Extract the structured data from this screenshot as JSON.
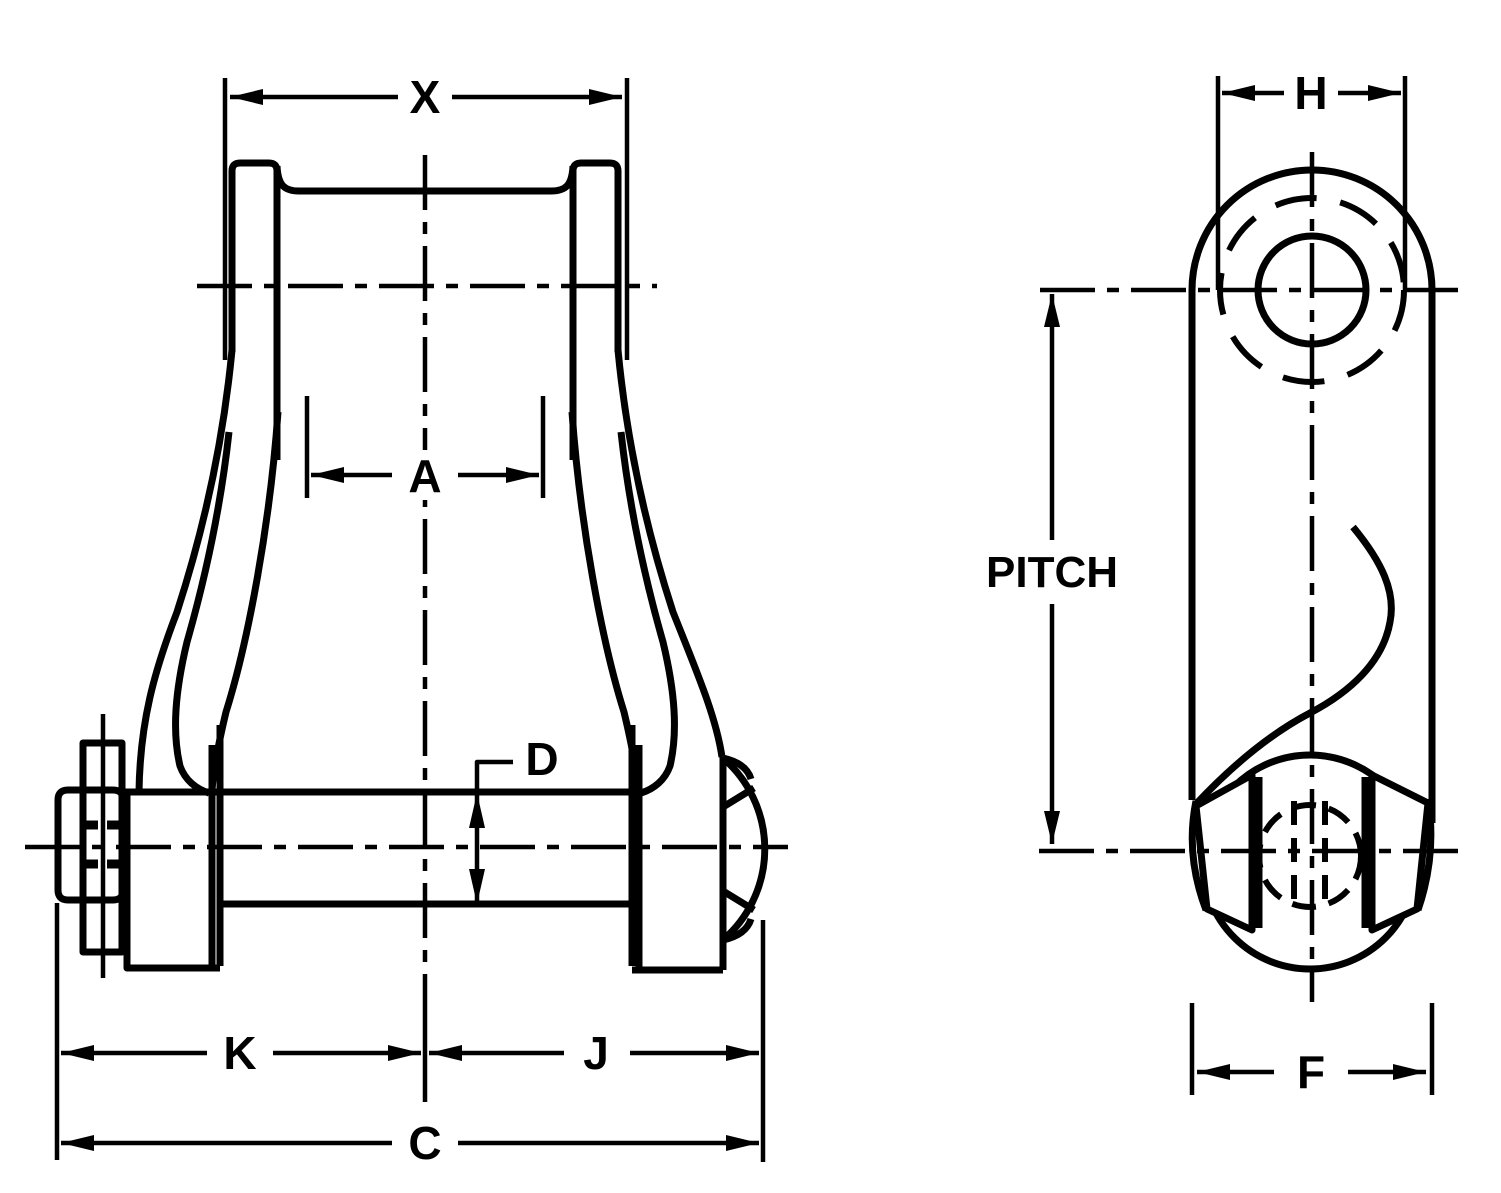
{
  "document": {
    "type": "technical-dimensional-drawing",
    "subject": "chain offset connecting link with bolt-retained pin, front view and side view"
  },
  "colors": {
    "ink": "#000000",
    "paper": "#ffffff"
  },
  "front_view": {
    "dim_labels": {
      "x": "X",
      "a": "A",
      "d": "D",
      "k": "K",
      "j": "J",
      "c": "C"
    }
  },
  "side_view": {
    "dim_labels": {
      "h": "H",
      "pitch": "PITCH",
      "f": "F"
    }
  }
}
